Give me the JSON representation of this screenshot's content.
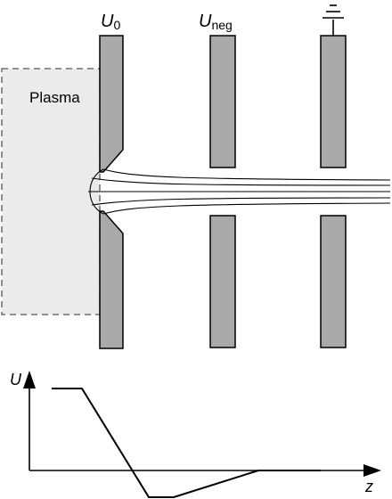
{
  "labels": {
    "plasma": "Plasma",
    "electrode_1": {
      "main": "U",
      "sub": "0"
    },
    "electrode_2": {
      "main": "U",
      "sub": "neg"
    },
    "axis_y": "U",
    "axis_x": "z"
  },
  "icons": {
    "ground": "ground-symbol-icon"
  },
  "colors": {
    "electrode_fill": "#a9a9a9",
    "plasma_fill": "#ebebeb",
    "line": "#000000",
    "background": "#ffffff"
  }
}
